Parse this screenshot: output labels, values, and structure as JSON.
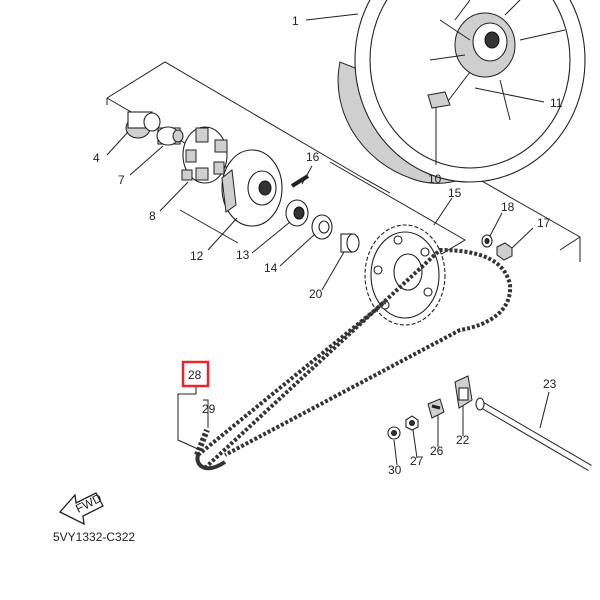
{
  "diagram": {
    "callouts": [
      "1",
      "4",
      "7",
      "8",
      "10",
      "11",
      "12",
      "13",
      "14",
      "15",
      "16",
      "17",
      "18",
      "20",
      "22",
      "23",
      "26",
      "27",
      "28",
      "29",
      "30"
    ],
    "highlighted_callout": "28",
    "highlight_color": "#e8262d",
    "diagram_code": "5VY1332-C322",
    "fwd_label": "FWD"
  }
}
